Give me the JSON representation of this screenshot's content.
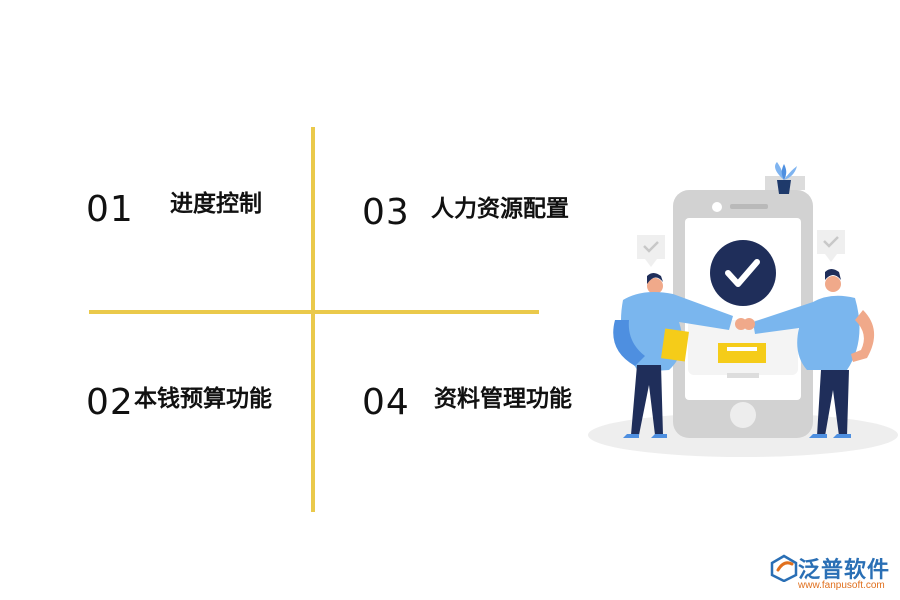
{
  "items": [
    {
      "num": "01",
      "label": "进度控制"
    },
    {
      "num": "02",
      "label": "本钱预算功能"
    },
    {
      "num": "03",
      "label": "人力资源配置"
    },
    {
      "num": "04",
      "label": "资料管理功能"
    }
  ],
  "brand": {
    "name": "泛普软件",
    "url": "www.fanpusoft.com"
  },
  "colors": {
    "divider": "#EAC94B",
    "brand_blue": "#2A6FB5",
    "brand_orange": "#E0701E"
  },
  "icons": [
    "check-circle-icon",
    "speech-check-icon",
    "plant-icon",
    "brand-logo-icon"
  ]
}
